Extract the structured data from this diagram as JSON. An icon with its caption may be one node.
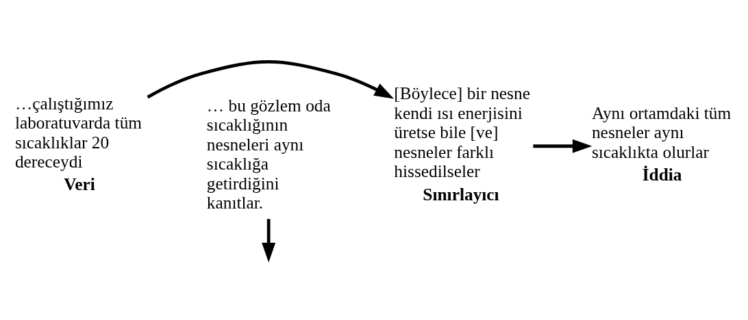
{
  "diagram": {
    "nodes": [
      {
        "text": [
          "…çalıştığımız laboratuvarda tüm sıcaklıklar 20 dereceydi",
          "Veri"
        ]
      },
      {
        "text": [
          "[Böylece] bir nesne kendi ısı enerjisini üretse bile [ve] nesneler farklı hissedilseler",
          "Sınırlayıcı"
        ]
      },
      {
        "text": [
          "Aynı ortamdaki tüm nesneler aynı sıcaklıkta olurlar",
          "İddia"
        ]
      },
      {
        "text": [
          "… bu gözlem oda sıcaklığının nesneleri aynı sıcaklığa getirdiğini kanıtlar."
        ]
      }
    ],
    "edges": [
      {
        "from": 0,
        "to": 1,
        "arrow": "to"
      },
      {
        "from": 3,
        "to": null,
        "arrow": "to"
      },
      {
        "from": 1,
        "to": 2,
        "arrow": "to"
      }
    ]
  }
}
